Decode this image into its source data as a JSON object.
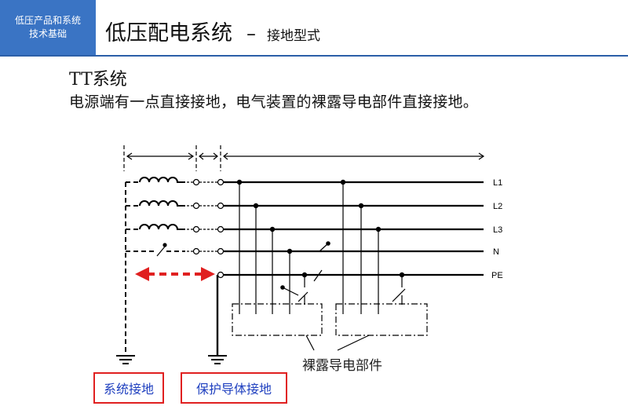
{
  "tag": {
    "line1": "低压产品和系统",
    "line2": "技术基础"
  },
  "title": {
    "main": "低压配电系统",
    "dash": "–",
    "sub": "接地型式"
  },
  "heading": "TT系统",
  "description": "电源端有一点直接接地，电气装置的裸露导电部件直接接地。",
  "lines": {
    "l1": "L1",
    "l2": "L2",
    "l3": "L3",
    "n": "N",
    "pe": "PE"
  },
  "labels": {
    "bare_parts": "裸露导电部件",
    "system_ground": "系统接地",
    "protective_ground": "保护导体接地"
  },
  "colors": {
    "tag_bg": "#3a74c4",
    "rule": "#2c5fa8",
    "label_border": "#e02020",
    "label_text": "#1e3fbf",
    "arrow": "#e02020"
  }
}
